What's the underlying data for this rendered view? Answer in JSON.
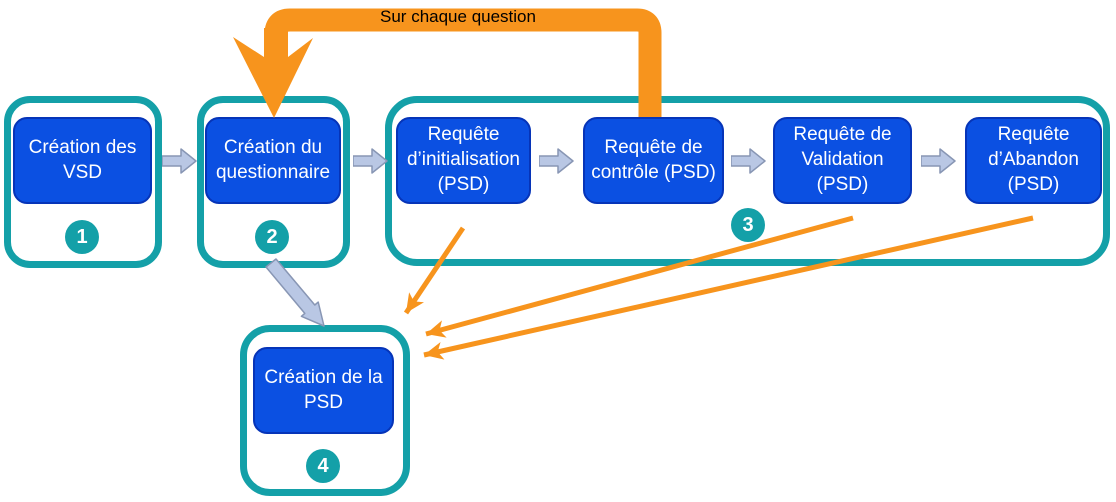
{
  "loop": {
    "label": "Sur chaque question"
  },
  "nodes": {
    "vsd": {
      "label": "Création des VSD",
      "number": "1"
    },
    "questionnaire": {
      "label": "Création du questionnaire",
      "number": "2"
    },
    "initialisation": {
      "label": "Requête d’initialisation (PSD)"
    },
    "controle": {
      "label": "Requête de contrôle (PSD)"
    },
    "validation": {
      "label": "Requête de Validation (PSD)"
    },
    "abandon": {
      "label": "Requête d’Abandon (PSD)"
    },
    "group": {
      "number": "3"
    },
    "psd": {
      "label": "Création de la PSD",
      "number": "4"
    }
  },
  "colors": {
    "teal": "#14a0a8",
    "blue": "#0b50e2",
    "blue_border": "#0634b8",
    "orange": "#f7941d",
    "arrow_fill": "#b9c7e4",
    "arrow_border": "#8896b4",
    "node_text": "#ffffff",
    "loop_label_text": "#000000",
    "background": "#ffffff"
  }
}
